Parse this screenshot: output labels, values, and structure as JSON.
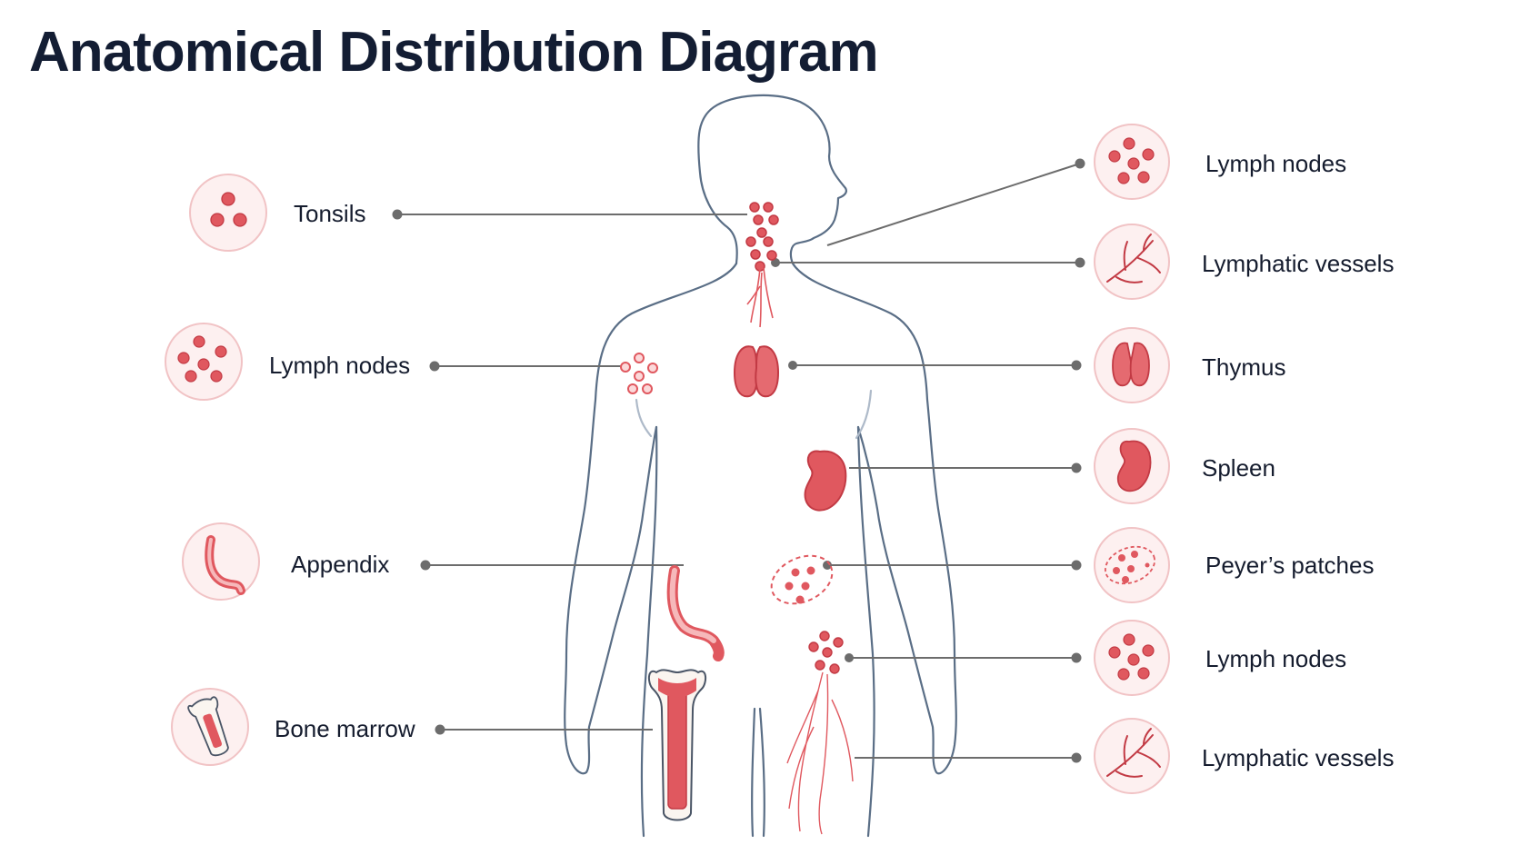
{
  "title": "Anatomical Distribution Diagram",
  "colors": {
    "outline": "#5a6e86",
    "organ": "#e0585f",
    "organ_dark": "#c23a44",
    "icon_bg": "#fdf0f0",
    "icon_ring": "#f1c3c5",
    "leader": "#6c6c6c",
    "text": "#151c2e"
  },
  "left_labels": [
    {
      "id": "tonsils",
      "label": "Tonsils",
      "icon": "tonsils-icon"
    },
    {
      "id": "lymph-nodes-axilla",
      "label": "Lymph nodes",
      "icon": "lymph-nodes-icon"
    },
    {
      "id": "appendix",
      "label": "Appendix",
      "icon": "appendix-icon"
    },
    {
      "id": "bone-marrow",
      "label": "Bone marrow",
      "icon": "bone-marrow-icon"
    }
  ],
  "right_labels": [
    {
      "id": "lymph-nodes-neck",
      "label": "Lymph nodes",
      "icon": "lymph-nodes-icon"
    },
    {
      "id": "lymphatic-vessels-upper",
      "label": "Lymphatic vessels",
      "icon": "lymphatic-vessels-icon"
    },
    {
      "id": "thymus",
      "label": "Thymus",
      "icon": "thymus-icon"
    },
    {
      "id": "spleen",
      "label": "Spleen",
      "icon": "spleen-icon"
    },
    {
      "id": "peyers-patches",
      "label": "Peyer’s patches",
      "icon": "peyers-patches-icon"
    },
    {
      "id": "lymph-nodes-groin",
      "label": "Lymph nodes",
      "icon": "lymph-nodes-icon"
    },
    {
      "id": "lymphatic-vessels-lower",
      "label": "Lymphatic vessels",
      "icon": "lymphatic-vessels-icon"
    }
  ]
}
